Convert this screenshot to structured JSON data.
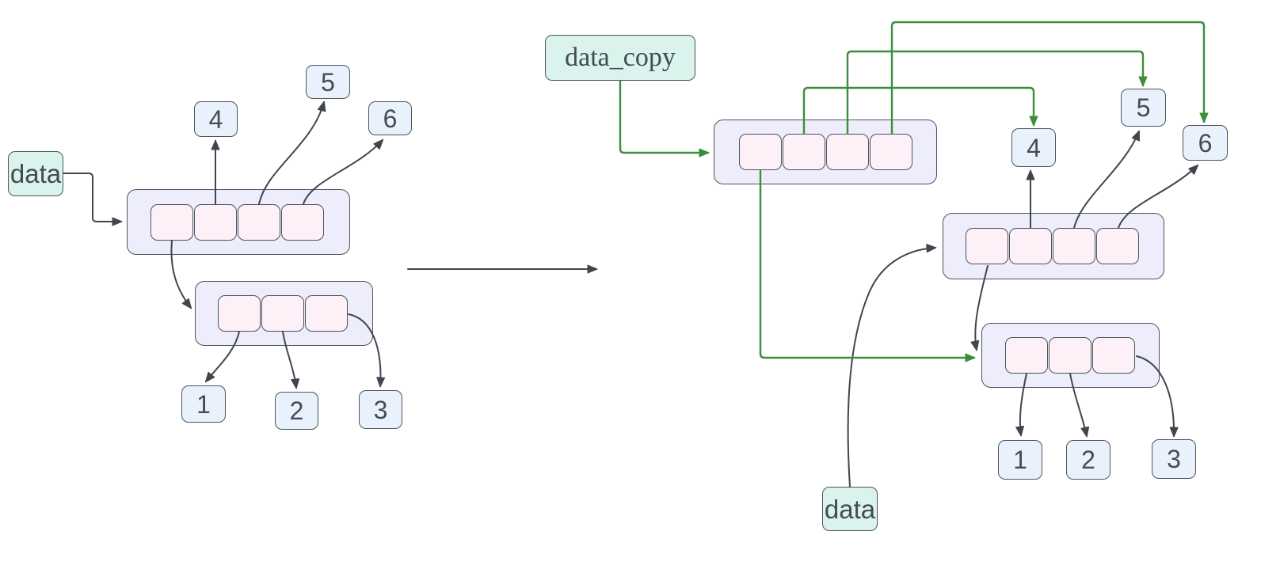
{
  "colors": {
    "background": "#ffffff",
    "border": "#4d545c",
    "text": "#444b53",
    "variable_fill": "#daf3ed",
    "list_fill": "#ededfb",
    "cell_fill": "#fdf0f7",
    "value_fill": "#e9f1fd",
    "edge_dark": "#40464e",
    "edge_green": "#3c8d3c"
  },
  "before": {
    "variable_label": "data",
    "top_values": [
      "4",
      "5",
      "6"
    ],
    "bottom_values": [
      "1",
      "2",
      "3"
    ]
  },
  "after": {
    "copy_variable_label": "data_copy",
    "variable_label": "data",
    "top_values": [
      "4",
      "5",
      "6"
    ],
    "bottom_values": [
      "1",
      "2",
      "3"
    ]
  }
}
